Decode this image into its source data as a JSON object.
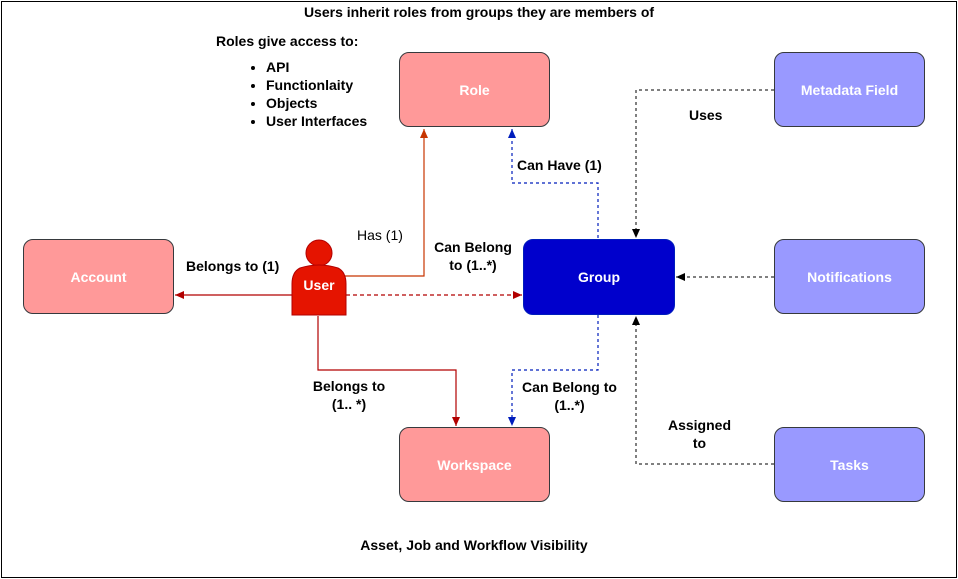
{
  "diagram": {
    "title": "Users inherit roles from groups they are members of",
    "footer": "Asset, Job and Workflow Visibility",
    "roles_note": {
      "heading": "Roles give access to:",
      "items": [
        "API",
        "Functionlaity",
        "Objects",
        "User Interfaces"
      ]
    },
    "nodes": {
      "role": "Role",
      "account": "Account",
      "user": "User",
      "group": "Group",
      "workspace": "Workspace",
      "metadata_field": "Metadata Field",
      "notifications": "Notifications",
      "tasks": "Tasks"
    },
    "edges": {
      "user_account": "Belongs to (1)",
      "user_role": "Has (1)",
      "user_group": "Can Belong to (1..*)",
      "user_workspace": "Belongs to (1.. *)",
      "group_role": "Can Have (1)",
      "group_workspace": "Can Belong to (1..*)",
      "metadata_group": "Uses",
      "tasks_group": "Assigned to"
    },
    "colors": {
      "role_box": "#ff9999",
      "service_box": "#9999ff",
      "group_box": "#0000cc",
      "user_figure": "#e51400",
      "user_edges": "#b20000",
      "role_edge": "#c73500",
      "group_edges": "#001dbc",
      "service_edges": "#000000"
    },
    "icons": {
      "user": "person-icon"
    }
  }
}
